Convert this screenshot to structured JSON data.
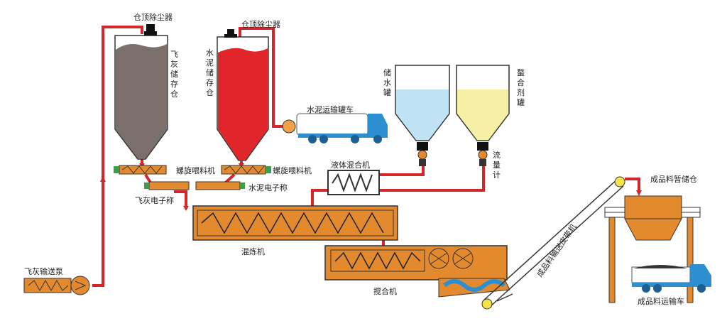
{
  "labels": {
    "dust_collector_1": "仓顶除尘器",
    "dust_collector_2": "仓顶除尘器",
    "flyash_silo": "飞灰储存仓",
    "cement_silo": "水泥储存仓",
    "cement_truck": "水泥运输罐车",
    "water_tank": "储水罐",
    "chelator_tank": "螯合剂罐",
    "screw_feeder_1": "螺旋喂料机",
    "screw_feeder_2": "螺旋喂料机",
    "cement_scale": "水泥电子称",
    "flyash_scale": "飞灰电子称",
    "liquid_mixer": "液体混合机",
    "flowmeter": "流量计",
    "mixer": "混炼机",
    "blender": "搅合机",
    "flyash_pump": "飞灰输送泵",
    "belt_conveyor": "成品料输送皮带机",
    "temp_storage": "成品料暂储仓",
    "product_truck": "成品料运输车"
  },
  "colors": {
    "pipe": "#d3262b",
    "flyash": "#7b6f6c",
    "cement": "#e1262b",
    "machine": "#e48a2e",
    "water": "#bfe2f5",
    "chelator": "#f6efa6",
    "truck_blue": "#2d8fd0"
  }
}
